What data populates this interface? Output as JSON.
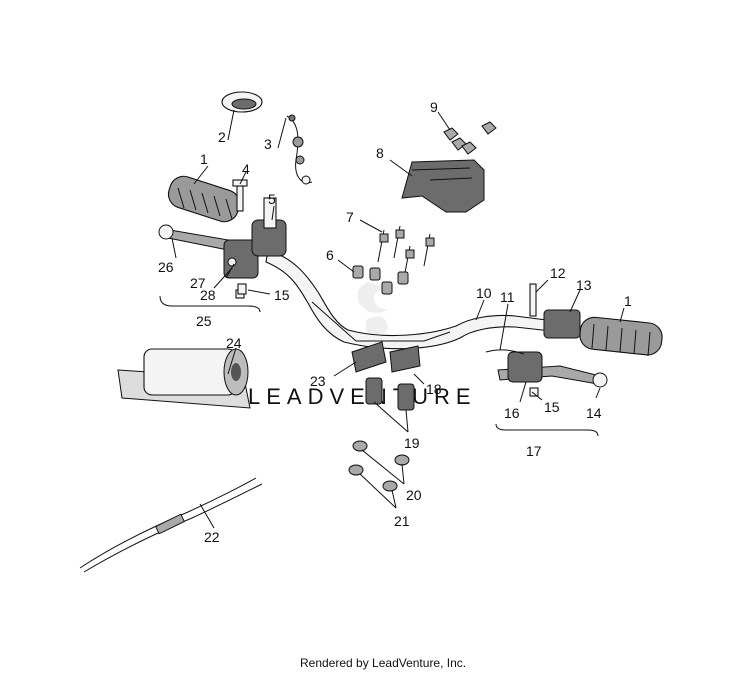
{
  "diagram": {
    "callouts": [
      {
        "id": "c1a",
        "text": "1"
      },
      {
        "id": "c2",
        "text": "2"
      },
      {
        "id": "c3",
        "text": "3"
      },
      {
        "id": "c4",
        "text": "4"
      },
      {
        "id": "c5",
        "text": "5"
      },
      {
        "id": "c6",
        "text": "6"
      },
      {
        "id": "c7",
        "text": "7"
      },
      {
        "id": "c8",
        "text": "8"
      },
      {
        "id": "c9",
        "text": "9"
      },
      {
        "id": "c10",
        "text": "10"
      },
      {
        "id": "c11",
        "text": "11"
      },
      {
        "id": "c12",
        "text": "12"
      },
      {
        "id": "c13",
        "text": "13"
      },
      {
        "id": "c1b",
        "text": "1"
      },
      {
        "id": "c14",
        "text": "14"
      },
      {
        "id": "c15a",
        "text": "15"
      },
      {
        "id": "c15b",
        "text": "15"
      },
      {
        "id": "c16",
        "text": "16"
      },
      {
        "id": "c17",
        "text": "17"
      },
      {
        "id": "c18",
        "text": "18"
      },
      {
        "id": "c19",
        "text": "19"
      },
      {
        "id": "c20",
        "text": "20"
      },
      {
        "id": "c21",
        "text": "21"
      },
      {
        "id": "c22",
        "text": "22"
      },
      {
        "id": "c23",
        "text": "23"
      },
      {
        "id": "c24",
        "text": "24"
      },
      {
        "id": "c25",
        "text": "25"
      },
      {
        "id": "c26",
        "text": "26"
      },
      {
        "id": "c27",
        "text": "27"
      },
      {
        "id": "c28",
        "text": "28"
      }
    ],
    "watermark": "LEADVENTURE",
    "footer": "Rendered by LeadVenture, Inc."
  }
}
